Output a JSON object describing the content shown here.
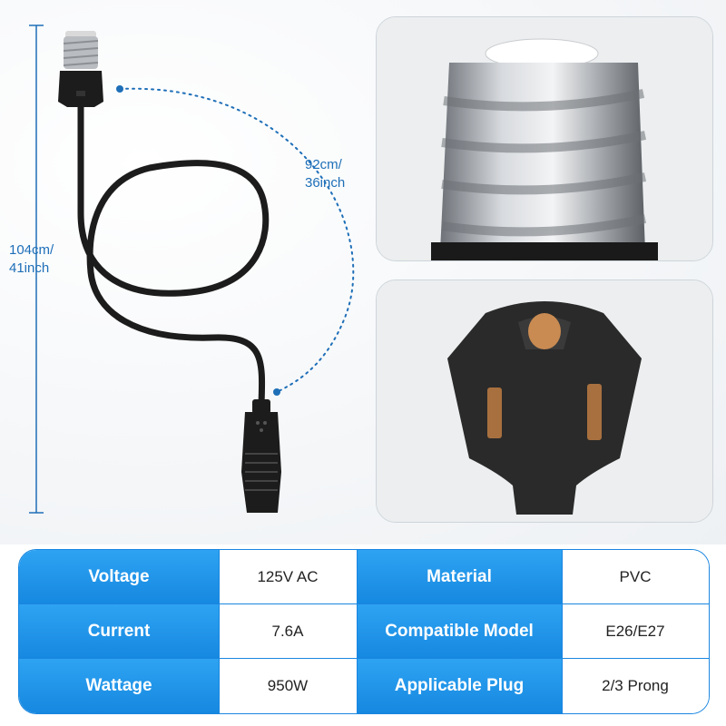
{
  "dimensions": {
    "height_label": [
      "104cm/",
      "41inch"
    ],
    "cable_label": [
      "92cm/",
      "36inch"
    ]
  },
  "specs": [
    {
      "key": "Voltage",
      "value": "125V AC",
      "key2": "Material",
      "value2": "PVC"
    },
    {
      "key": "Current",
      "value": "7.6A",
      "key2": "Compatible Model",
      "value2": "E26/E27"
    },
    {
      "key": "Wattage",
      "value": "950W",
      "key2": "Applicable Plug",
      "value2": "2/3 Prong"
    }
  ],
  "colors": {
    "accent": "#1a86e0",
    "dimension": "#1e6fb8",
    "product": "#1c1c1c"
  }
}
